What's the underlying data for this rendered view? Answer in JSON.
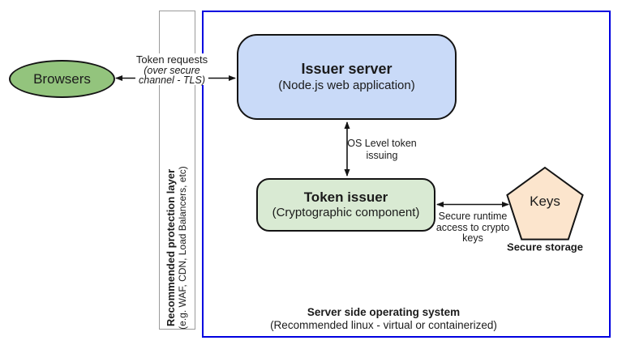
{
  "colors": {
    "browsers_fill": "#93C47D",
    "issuer_fill": "#C9DAF8",
    "token_issuer_fill": "#D9EAD3",
    "keys_fill": "#FCE5CD",
    "frame_blue": "#0000E0",
    "strip_border": "#9a9a9a",
    "line_color": "#141414"
  },
  "nodes": {
    "browsers": {
      "label": "Browsers"
    },
    "issuer_server": {
      "title": "Issuer server",
      "subtitle": "(Node.js web application)"
    },
    "token_issuer": {
      "title": "Token issuer",
      "subtitle": "(Cryptographic component)"
    },
    "keys": {
      "label": "Keys",
      "caption": "Secure storage"
    }
  },
  "containers": {
    "protection_layer": {
      "title": "Recommended protection layer",
      "subtitle": "(e.g. WAF, CDN, Load Balancers, etc)"
    },
    "operating_system": {
      "title": "Server side operating system",
      "subtitle": "(Recommended linux - virtual or containerized)"
    }
  },
  "edges": {
    "token_requests": {
      "label": "Token requests",
      "sublabel_line1": "(over secure",
      "sublabel_line2": "channel - TLS)"
    },
    "os_token_issuing": {
      "line1": "OS Level token",
      "line2": "issuing"
    },
    "secure_runtime": {
      "line1": "Secure runtime",
      "line2": "access to crypto",
      "line3": "keys"
    }
  }
}
